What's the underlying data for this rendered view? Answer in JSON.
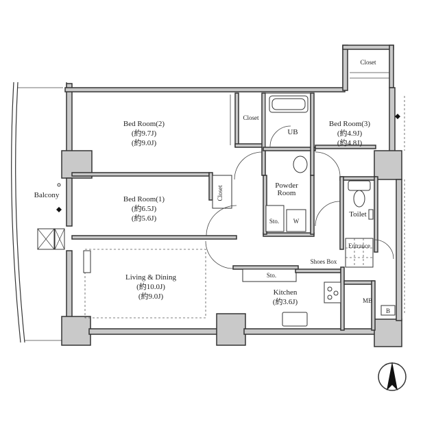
{
  "rooms": {
    "bed2": {
      "name": "Bed Room(2)",
      "size_a": "(約9.7J)",
      "size_b": "(約9.0J)"
    },
    "bed1": {
      "name": "Bed Room(1)",
      "size_a": "(約6.5J)",
      "size_b": "(約5.6J)"
    },
    "bed3": {
      "name": "Bed Room(3)",
      "size_a": "(約4.9J)",
      "size_b": "(約4.8J)"
    },
    "living": {
      "name": "Living & Dining",
      "size_a": "(約10.0J)",
      "size_b": "(約9.0J)"
    },
    "kitchen": {
      "name": "Kitchen",
      "size_a": "(約3.6J)"
    },
    "powder_line1": "Powder",
    "powder_line2": "Room",
    "ub": "UB",
    "toilet": "Toilet",
    "entrance": "Entrance",
    "shoes_box": "Shoes Box",
    "mb": "MB",
    "mb_b": "B",
    "balcony": "Balcony",
    "closet_top": "Closet",
    "closet_bed2": "Closet",
    "closet_bed1": "Closet",
    "sto_powder": "Sto.",
    "washer": "W",
    "sto_kitchen": "Sto."
  },
  "icons": {
    "compass": "north-arrow-icon"
  }
}
